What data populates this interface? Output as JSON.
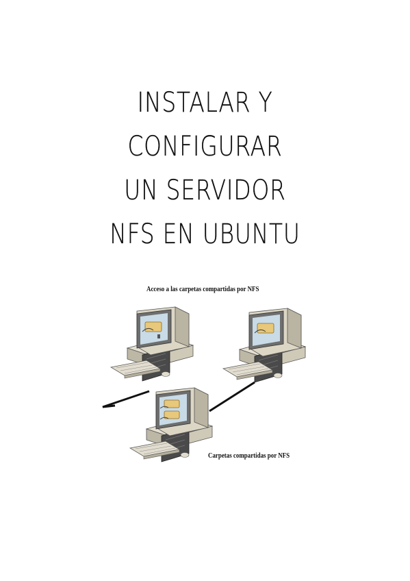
{
  "title": {
    "line1": "INSTALAR Y",
    "line2": "CONFIGURAR",
    "line3": "UN SERVIDOR",
    "line4": "NFS EN UBUNTU"
  },
  "diagram": {
    "caption_top": "Acceso a las carpetas compartidas por NFS",
    "caption_bottom": "Carpetas compartidas por NFS",
    "colors": {
      "monitor_body": "#dcd6c4",
      "monitor_shadow": "#9e9888",
      "screen_frame": "#6e6e6e",
      "screen": "#c8dbe6",
      "tower": "#4a4a4a",
      "cable": "#111111",
      "folder": "#e8c87a"
    }
  }
}
